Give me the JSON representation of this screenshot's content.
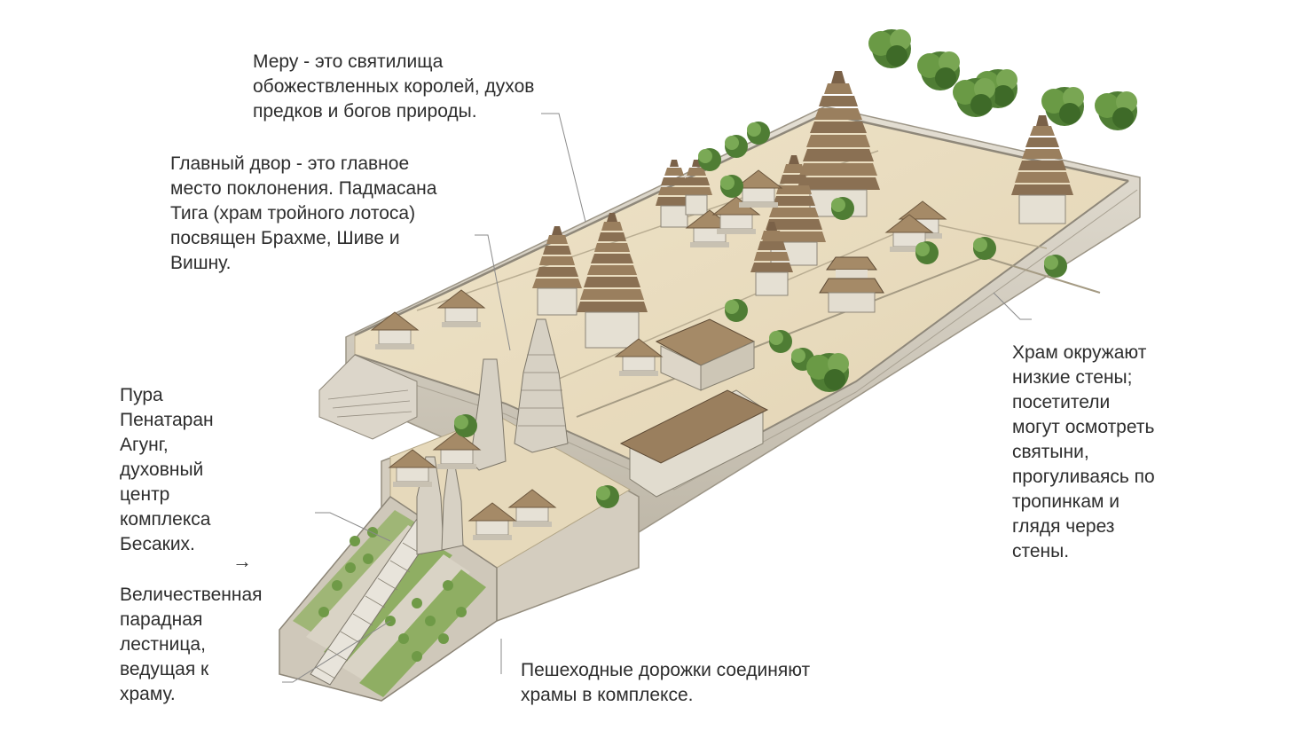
{
  "labels": {
    "meru": [
      "Меру - это святилища",
      "обожествленных королей, духов",
      "предков и богов природы."
    ],
    "main_courtyard": [
      "Главный двор - это главное",
      "место поклонения. Падмасана",
      "Тига (храм тройного лотоса)",
      "посвящен Брахме, Шиве и",
      "Вишну."
    ],
    "pura": [
      "Пура",
      "Пенатаран",
      "Агунг,",
      "духовный",
      "центр",
      "комплекса",
      "Бесаких."
    ],
    "stairs": [
      "Величественная",
      "парадная",
      "лестница,",
      "ведущая к",
      "храму."
    ],
    "paths": [
      "Пешеходные дорожки соединяют",
      "храмы в комплексе."
    ],
    "walls": [
      "Храм окружают",
      "низкие стены;",
      "посетители",
      "могут осмотреть",
      "святыни,",
      "прогуливаясь по",
      "тропинкам и",
      "глядя через",
      "стены."
    ],
    "arrow": "→"
  },
  "colors": {
    "ground": "#e9dcbf",
    "wall": "#d9d4c8",
    "wall_shadow": "#b9b2a3",
    "roof": "#8a7257",
    "roof_light": "#b39a78",
    "tree": "#4f7d34",
    "tree_light": "#79a653",
    "stone": "#c9c3b7",
    "leader_line": "#8a8a8a"
  },
  "icons": {
    "meru_tower": "tiered-pagoda-icon",
    "tree": "tree-icon",
    "pavilion": "pavilion-icon",
    "gate": "split-gate-icon"
  }
}
